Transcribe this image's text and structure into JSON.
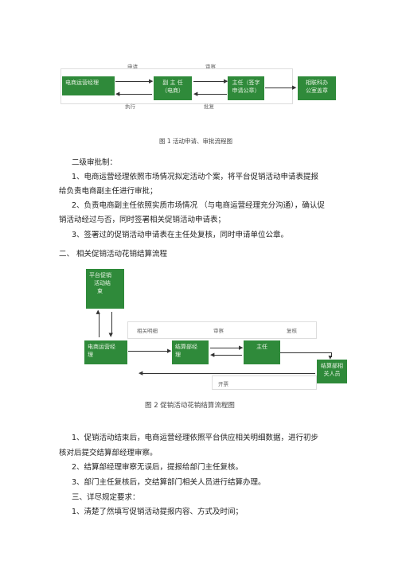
{
  "fig1": {
    "box_manager": "电商运营经理",
    "box_deputy_line1": "副 主 任",
    "box_deputy_line2": "（电商）",
    "box_director_line1": "主任（签字",
    "box_director_line2": "申请公章）",
    "box_office_line1": "相联科办",
    "box_office_line2": "公室盖章",
    "label_apply": "申请",
    "label_review": "审察",
    "label_execute": "执行",
    "label_approve": "批复",
    "caption": "图 1  活动申请、审批流程图"
  },
  "section1": {
    "heading": "二级审批制：",
    "p1_line1": "1、电商运营经理依照市场情况拟定活动个案，将平台促销活动申请表提报",
    "p1_line2": "给负责电商副主任进行审批；",
    "p2_line1": "2、负责电商副主任依照实质市场情况   （与电商运营经理充分沟通），确认促",
    "p2_line2": "销活动经过与否，同时签署相关促销活动申请表；",
    "p3": "3、签署过的促销活动申请表在主任处复核，同时申请单位公章。"
  },
  "section2": {
    "heading": "二、     相关促销活动花销结算流程"
  },
  "fig2": {
    "box_platform_line1": "平台促销",
    "box_platform_line2": "活动结",
    "box_platform_line3": "束",
    "box_manager_line1": "电商运营经",
    "box_manager_line2": "理",
    "box_settle_line1": "结算部经",
    "box_settle_line2": "理",
    "box_director": "主任",
    "box_finance_line1": "结算部相",
    "box_finance_line2": "关人员",
    "label_details": "相关明细",
    "label_review": "审察",
    "label_recheck": "复核",
    "label_invoice": "开票",
    "caption": "图 2 促销活动花销结算流程图"
  },
  "section3": {
    "p1_line1": "1、促销活动结束后，电商运营经理依照平台供应相关明细数据，进行初步",
    "p1_line2": "核对后提交结算部经理审察。",
    "p2": "2、结算部经理审察无误后，提报给部门主任复核。",
    "p3": "3、部门主任复核后，交结算部门相关人员进行结算办理。",
    "heading": "三、详尽规定要求：",
    "p4": "1、清楚了然填写促销活动提报内容、方式及时间；"
  }
}
